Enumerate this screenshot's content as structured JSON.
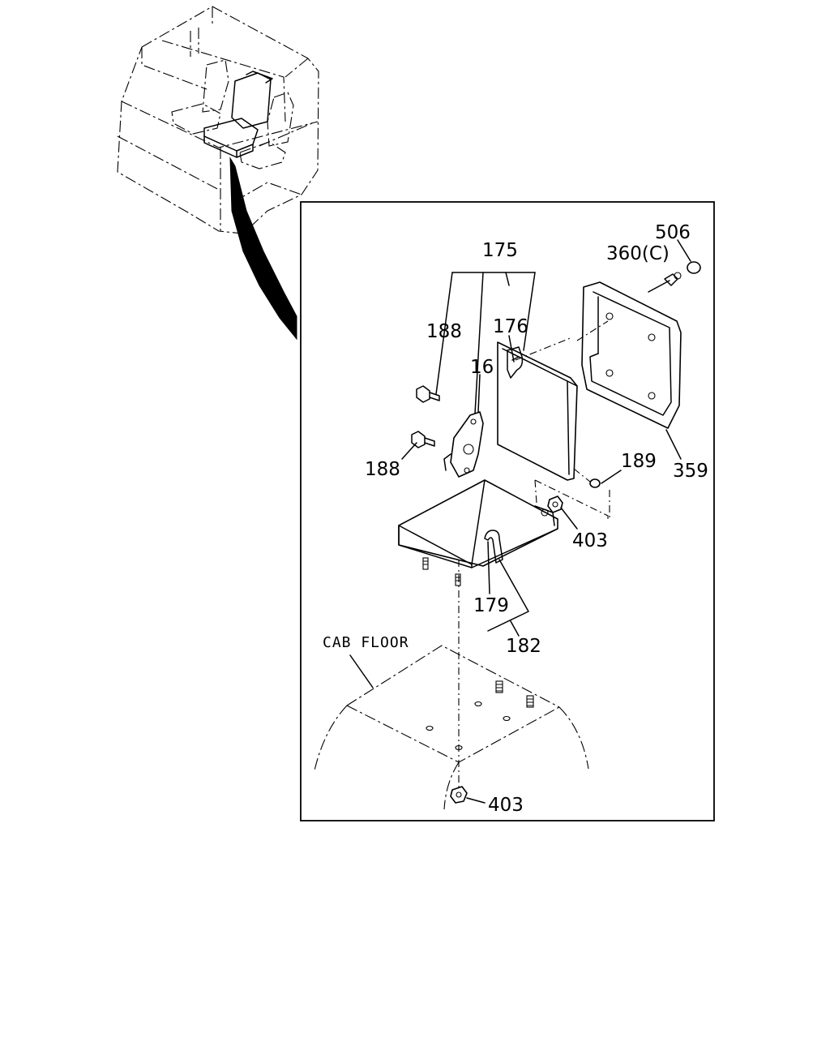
{
  "labels": {
    "l175": "175",
    "l176": "176",
    "l188a": "188",
    "l16": "16",
    "l188b": "188",
    "l506": "506",
    "l360": "360(C)",
    "l359": "359",
    "l189": "189",
    "l403a": "403",
    "l179": "179",
    "l182": "182",
    "l403b": "403",
    "cab_floor": "CAB FLOOR"
  },
  "colors": {
    "ink": "#000000",
    "paper": "#ffffff"
  }
}
